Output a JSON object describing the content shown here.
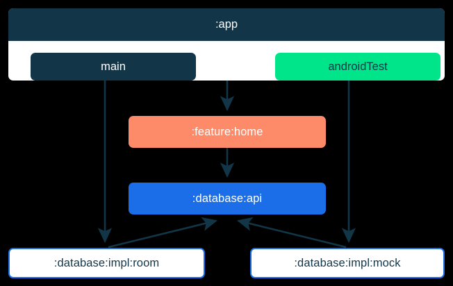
{
  "diagram": {
    "type": "module-dependency-graph",
    "background_color": "#000000",
    "clusters": [
      {
        "id": "app",
        "label": ":app",
        "header_color": "#123648",
        "body_color": "#ffffff",
        "source_sets": [
          {
            "id": "main",
            "label": "main",
            "color": "#123648",
            "text_color": "#ffffff"
          },
          {
            "id": "androidTest",
            "label": "androidTest",
            "color": "#00e58a",
            "text_color": "#123648"
          }
        ]
      }
    ],
    "nodes": [
      {
        "id": "feature-home",
        "label": ":feature:home",
        "color": "#fd8b69",
        "text_color": "#ffffff"
      },
      {
        "id": "database-api",
        "label": ":database:api",
        "color": "#1b6ee8",
        "text_color": "#ffffff"
      },
      {
        "id": "database-impl-room",
        "label": ":database:impl:room",
        "color": "#ffffff",
        "border_color": "#1b6ee8",
        "text_color": "#123648"
      },
      {
        "id": "database-impl-mock",
        "label": ":database:impl:mock",
        "color": "#ffffff",
        "border_color": "#1b6ee8",
        "text_color": "#123648"
      }
    ],
    "edges": [
      {
        "from": "main",
        "to": "database-impl-room"
      },
      {
        "from": "app",
        "to": "feature-home"
      },
      {
        "from": "androidTest",
        "to": "database-impl-mock"
      },
      {
        "from": "feature-home",
        "to": "database-api"
      },
      {
        "from": "database-impl-room",
        "to": "database-api"
      },
      {
        "from": "database-impl-mock",
        "to": "database-api"
      }
    ],
    "edge_color": "#123648"
  }
}
